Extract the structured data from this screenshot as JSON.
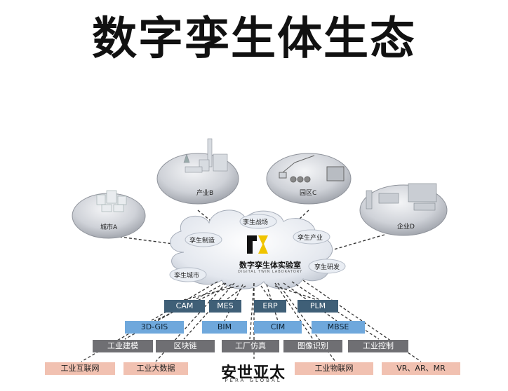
{
  "title": "数字孪生体生态",
  "center": {
    "name": "数字孪生体实验室",
    "subtitle": "DIGITAL TWIN LABORATORY"
  },
  "platforms": {
    "city": "城市A",
    "industry": "产业B",
    "park": "园区C",
    "enterprise": "企业D"
  },
  "cloud_labels": {
    "strategy": "孪生战场",
    "manufacturing": "孪生制造",
    "industry": "孪生产业",
    "city": "孪生城市",
    "rnd": "孪生研发"
  },
  "row1": [
    "CAM",
    "MES",
    "ERP",
    "PLM"
  ],
  "row2": [
    "3D-GIS",
    "BIM",
    "CIM",
    "MBSE"
  ],
  "row3": [
    "工业建模",
    "区块链",
    "工厂仿真",
    "图像识别",
    "工业控制"
  ],
  "row4": [
    "工业互联网",
    "工业大数据",
    "工业物联网",
    "VR、AR、MR"
  ],
  "brand": {
    "name": "安世亚太",
    "sub": "PERA GLOBAL"
  },
  "colors": {
    "row1": "#3f5f77",
    "row2": "#6fa8dc",
    "row3": "#6f6f73",
    "row4": "#f1c1b1",
    "cloud": "#dfe3ea",
    "platform": "#c9ccd2",
    "logo_accent": "#f0c400"
  }
}
